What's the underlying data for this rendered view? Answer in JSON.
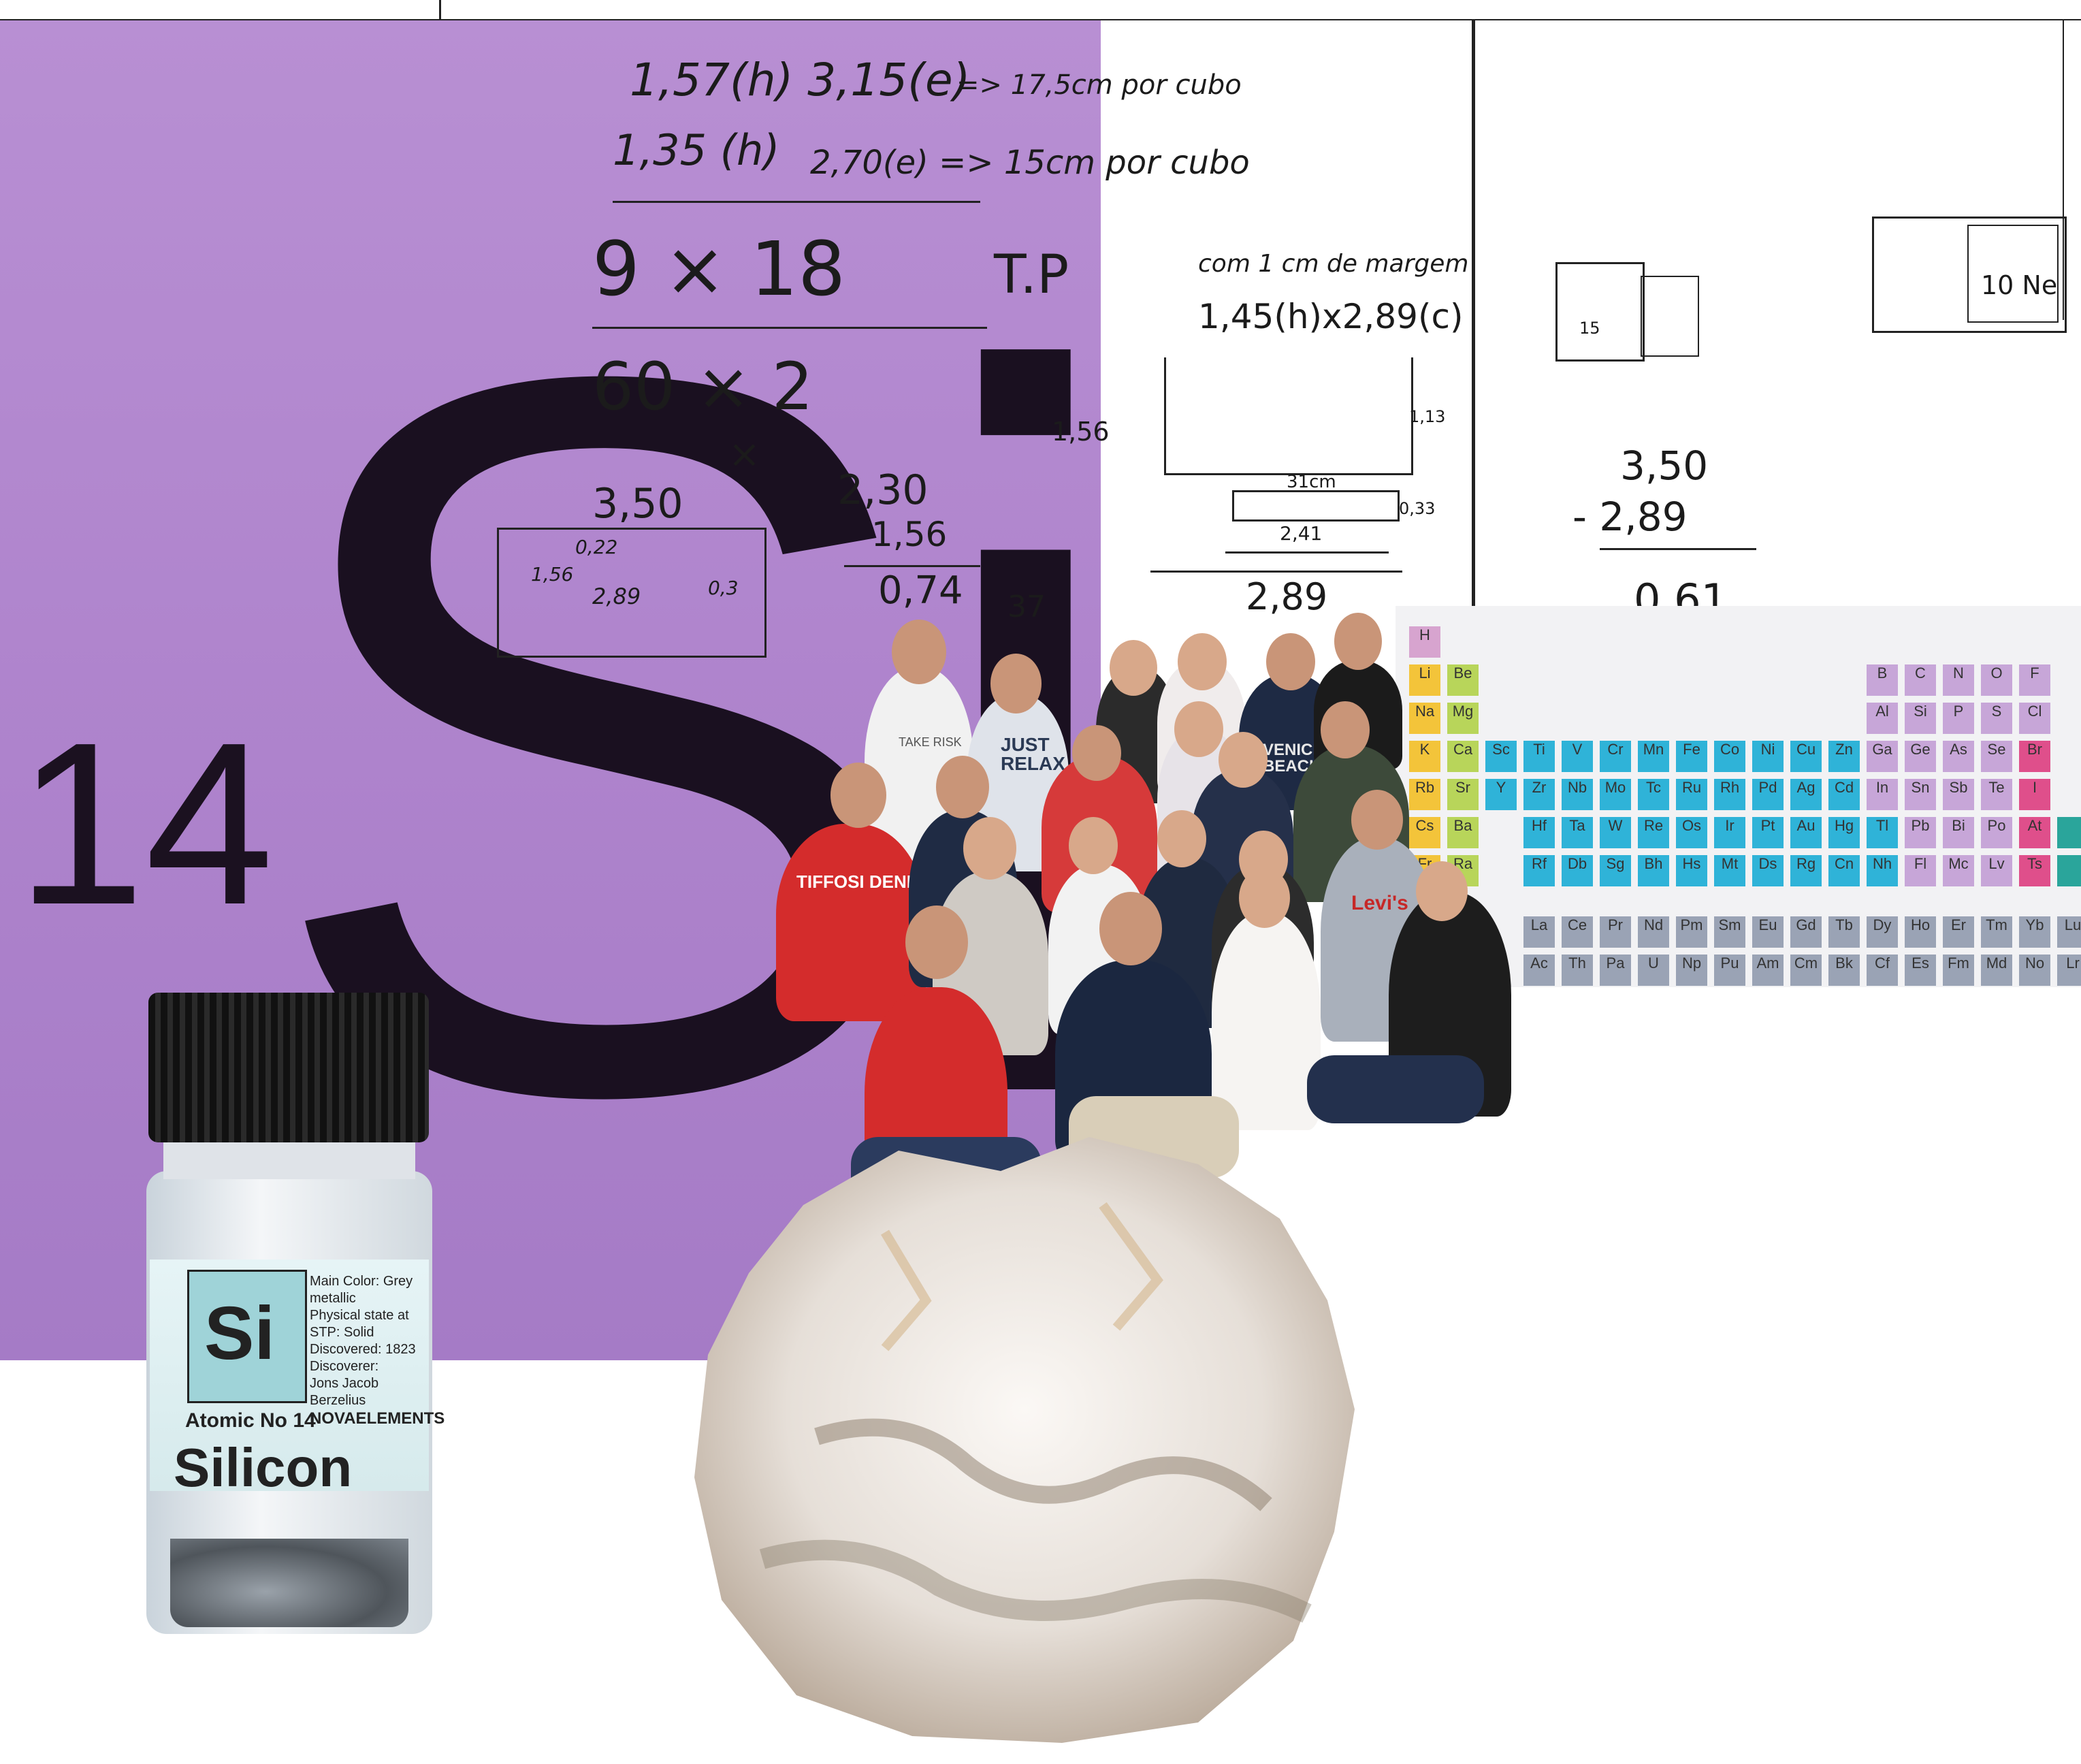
{
  "element_card": {
    "atomic_number": "14",
    "symbol": "Si"
  },
  "handwriting": {
    "line1": "1,57(h) 3,15(e)",
    "line1b": "=> 17,5cm por cubo",
    "line2": "1,35 (h)",
    "line2b": "2,70(e) => 15cm por cubo",
    "line3": "9 × 18",
    "line3b": "T.P",
    "line4": "60 × 2",
    "line5": "×",
    "line6": "3,50",
    "line7": "2,30",
    "line8": "1,56",
    "line9": "0,74",
    "line10": "37",
    "line11": "0,22",
    "line12": "1,56",
    "line13": "2,89",
    "line14": "0,3",
    "right1": "com 1 cm de margem",
    "right2": "1,45(h)x2,89(c)",
    "right3": "1,56",
    "right4": "1,13",
    "right5": "31cm",
    "right6": "0,33",
    "right7": "2,41",
    "right8": "2,89",
    "sub1": "3,50",
    "sub2": "- 2,89",
    "sub3": "0,61",
    "box1a": "15",
    "box2": "10 Ne"
  },
  "periodic_table": {
    "row1": [
      "H"
    ],
    "row2": [
      "Li",
      "Be",
      "B",
      "C",
      "N",
      "O",
      "F"
    ],
    "row3": [
      "Na",
      "Mg",
      "Al",
      "Si",
      "P",
      "S",
      "Cl"
    ],
    "row4": [
      "K",
      "Ca",
      "Sc",
      "Ti",
      "V",
      "Cr",
      "Mn",
      "Fe",
      "Co",
      "Ni",
      "Cu",
      "Zn",
      "Ga",
      "Ge",
      "As",
      "Se",
      "Br"
    ],
    "row5": [
      "Rb",
      "Sr",
      "Y",
      "Zr",
      "Nb",
      "Mo",
      "Tc",
      "Ru",
      "Rh",
      "Pd",
      "Ag",
      "Cd",
      "In",
      "Sn",
      "Sb",
      "Te",
      "I"
    ],
    "row6": [
      "Cs",
      "Ba",
      "Hf",
      "Ta",
      "W",
      "Re",
      "Os",
      "Ir",
      "Pt",
      "Au",
      "Hg",
      "Tl",
      "Pb",
      "Bi",
      "Po",
      "At"
    ],
    "row7": [
      "Fr",
      "Ra",
      "Rf",
      "Db",
      "Sg",
      "Bh",
      "Hs",
      "Mt",
      "Ds",
      "Rg",
      "Cn",
      "Nh",
      "Fl",
      "Mc",
      "Lv",
      "Ts"
    ],
    "lanth": [
      "La",
      "Ce",
      "Pr",
      "Nd",
      "Pm",
      "Sm",
      "Eu",
      "Gd",
      "Tb",
      "Dy",
      "Ho",
      "Er",
      "Tm",
      "Yb",
      "Lu"
    ],
    "actin": [
      "Ac",
      "Th",
      "Pa",
      "U",
      "Np",
      "Pu",
      "Am",
      "Cm",
      "Bk",
      "Cf",
      "Es",
      "Fm",
      "Md",
      "No",
      "Lr"
    ]
  },
  "tshirts": {
    "shirt1": "TAKE RISK",
    "shirt2": "JUST RELAX",
    "shirt3": "VENICE BEACH",
    "shirt4": "TIFFOSI DENIM",
    "shirt5": "Levi's"
  },
  "vial": {
    "symbol": "Si",
    "atomic_label": "Atomic No 14",
    "brand": "NOVAELEMENTS",
    "name": "Silicon",
    "info": [
      "Main Color: Grey metallic",
      "Physical state at STP: Solid",
      "Discovered: 1823",
      "Discoverer:",
      "Jons Jacob Berzelius"
    ]
  },
  "colors": {
    "purple": "#b088cc",
    "alkali": "#f3c43a",
    "alkaline": "#b8d55a",
    "transition": "#2fb3d8",
    "metalloid": "#c7a6d8",
    "nonmetal": "#d7a4cf",
    "halogen": "#df4f8b",
    "noble": "#2aa59b",
    "lanthanide": "#9aa3b5"
  }
}
